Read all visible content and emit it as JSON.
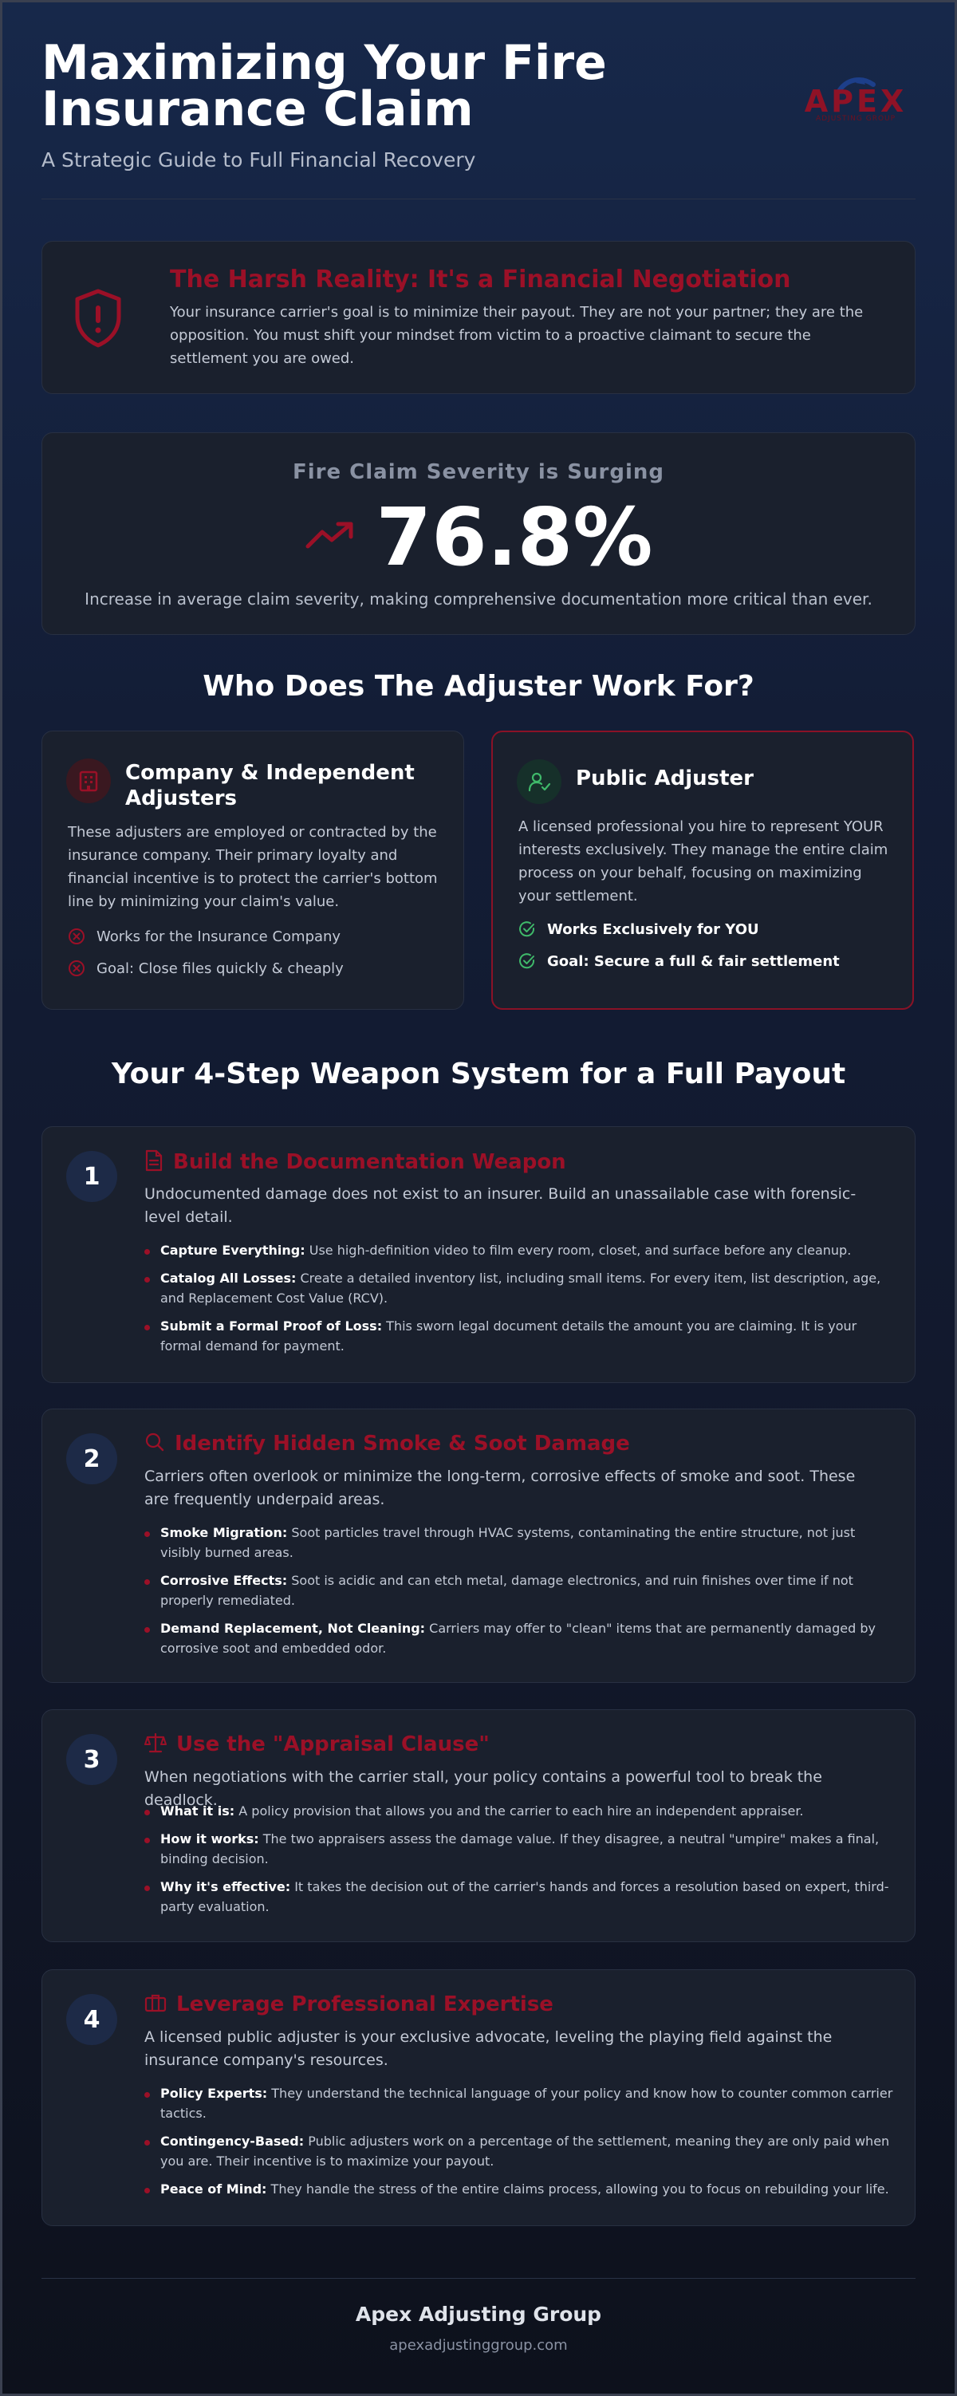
{
  "header": {
    "title": "Maximizing Your Fire Insurance Claim",
    "subtitle": "A Strategic Guide to Full Financial Recovery",
    "logo_text": "APEX",
    "logo_tagline": "ADJUSTING GROUP"
  },
  "reality": {
    "icon": "shield-alert-icon",
    "heading": "The Harsh Reality: It's a Financial Negotiation",
    "body": "Your insurance carrier's goal is to minimize their payout. They are not your partner; they are the opposition. You must shift your mindset from victim to a proactive claimant to secure the settlement you are owed."
  },
  "severity": {
    "title": "Fire Claim Severity is Surging",
    "value": "76.8%",
    "icon": "trend-up-icon",
    "note": "Increase in average claim severity, making comprehensive documentation more critical than ever."
  },
  "adjuster_section": {
    "title": "Who Does The Adjuster Work For?",
    "company": {
      "icon": "building-icon",
      "heading": "Company & Independent Adjusters",
      "body": "These adjusters are employed or contracted by the insurance company. Their primary loyalty and financial incentive is to protect the carrier's bottom line by minimizing your claim's value.",
      "points": [
        "Works for the Insurance Company",
        "Goal: Close files quickly & cheaply"
      ]
    },
    "public": {
      "icon": "user-check-icon",
      "heading": "Public Adjuster",
      "body": "A licensed professional you hire to represent YOUR interests exclusively. They manage the entire claim process on your behalf, focusing on maximizing your settlement.",
      "points": [
        "Works Exclusively for YOU",
        "Goal: Secure a full & fair settlement"
      ]
    }
  },
  "steps_section": {
    "title": "Your 4-Step Weapon System for a Full Payout",
    "steps": [
      {
        "number": "1",
        "icon": "document-icon",
        "heading": "Build the Documentation Weapon",
        "intro": "Undocumented damage does not exist to an insurer. Build an unassailable case with forensic-level detail.",
        "items": [
          {
            "label": "Capture Everything:",
            "text": " Use high-definition video to film every room, closet, and surface before any cleanup."
          },
          {
            "label": "Catalog All Losses:",
            "text": " Create a detailed inventory list, including small items. For every item, list description, age, and Replacement Cost Value (RCV)."
          },
          {
            "label": "Submit a Formal Proof of Loss:",
            "text": " This sworn legal document details the amount you are claiming. It is your formal demand for payment."
          }
        ]
      },
      {
        "number": "2",
        "icon": "search-icon",
        "heading": "Identify Hidden Smoke & Soot Damage",
        "intro": "Carriers often overlook or minimize the long-term, corrosive effects of smoke and soot. These are frequently underpaid areas.",
        "items": [
          {
            "label": "Smoke Migration:",
            "text": " Soot particles travel through HVAC systems, contaminating the entire structure, not just visibly burned areas."
          },
          {
            "label": "Corrosive Effects:",
            "text": " Soot is acidic and can etch metal, damage electronics, and ruin finishes over time if not properly remediated."
          },
          {
            "label": "Demand Replacement, Not Cleaning:",
            "text": " Carriers may offer to \"clean\" items that are permanently damaged by corrosive soot and embedded odor."
          }
        ]
      },
      {
        "number": "3",
        "icon": "scales-icon",
        "heading": "Use the \"Appraisal Clause\"",
        "intro": "When negotiations with the carrier stall, your policy contains a powerful tool to break the deadlock.",
        "items": [
          {
            "label": "What it is:",
            "text": " A policy provision that allows you and the carrier to each hire an independent appraiser."
          },
          {
            "label": "How it works:",
            "text": " The two appraisers assess the damage value. If they disagree, a neutral \"umpire\" makes a final, binding decision."
          },
          {
            "label": "Why it's effective:",
            "text": " It takes the decision out of the carrier's hands and forces a resolution based on expert, third-party evaluation."
          }
        ]
      },
      {
        "number": "4",
        "icon": "briefcase-icon",
        "heading": "Leverage Professional Expertise",
        "intro": "A licensed public adjuster is your exclusive advocate, leveling the playing field against the insurance company's resources.",
        "items": [
          {
            "label": "Policy Experts:",
            "text": " They understand the technical language of your policy and know how to counter common carrier tactics."
          },
          {
            "label": "Contingency-Based:",
            "text": " Public adjusters work on a percentage of the settlement, meaning they are only paid when you are. Their incentive is to maximize your payout."
          },
          {
            "label": "Peace of Mind:",
            "text": " They handle the stress of the entire claims process, allowing you to focus on rebuilding your life."
          }
        ]
      }
    ]
  },
  "footer": {
    "company": "Apex Adjusting Group",
    "url": "apexadjustinggroup.com"
  },
  "colors": {
    "accent": "#9b1027",
    "success": "#3fb96a",
    "background": "#131d36",
    "card": "#1a202d"
  }
}
